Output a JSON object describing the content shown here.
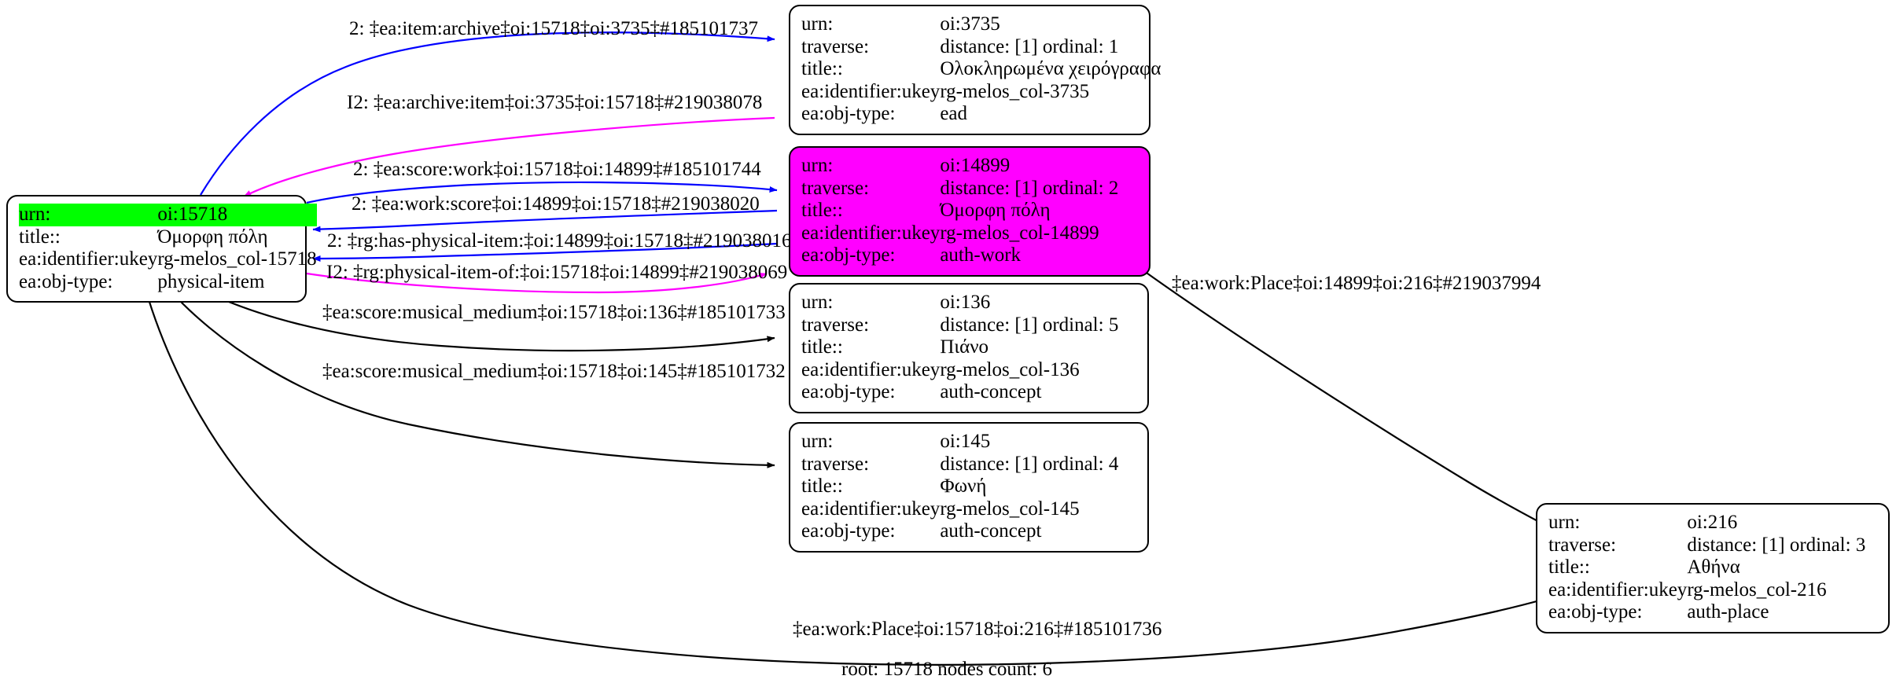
{
  "graph": {
    "caption": "root: 15718 nodes count: 6",
    "colors": {
      "root_highlight": "#00ff00",
      "focus_node": "#ff00ff",
      "forward_edge": "#0000ff",
      "inverse_edge": "#ff00ff",
      "plain_edge": "#000000",
      "node_border": "#000000",
      "node_fill": "#ffffff"
    },
    "field_labels": {
      "urn": "urn:",
      "traverse": "traverse:",
      "title": "title::",
      "ukey": "ea:identifier:ukey",
      "objtype": "ea:obj-type:"
    },
    "nodes": [
      {
        "id": "n15718",
        "urn": "oi:15718",
        "has_traverse": false,
        "traverse": "",
        "title": "Όμορφη πόλη",
        "ukey": "rg-melos_col-15718",
        "objtype": "physical-item",
        "fill": "#ffffff",
        "highlight": true
      },
      {
        "id": "n3735",
        "urn": "oi:3735",
        "has_traverse": true,
        "traverse": "distance: [1]     ordinal: 1",
        "title": "Ολοκληρωμένα χειρόγραφα",
        "ukey": "rg-melos_col-3735",
        "objtype": "ead",
        "fill": "#ffffff",
        "highlight": false
      },
      {
        "id": "n14899",
        "urn": "oi:14899",
        "has_traverse": true,
        "traverse": "distance: [1]     ordinal: 2",
        "title": "Όμορφη πόλη",
        "ukey": "rg-melos_col-14899",
        "objtype": "auth-work",
        "fill": "#ff00ff",
        "highlight": false
      },
      {
        "id": "n136",
        "urn": "oi:136",
        "has_traverse": true,
        "traverse": "distance: [1]     ordinal: 5",
        "title": "Πιάνο",
        "ukey": "rg-melos_col-136",
        "objtype": "auth-concept",
        "fill": "#ffffff",
        "highlight": false
      },
      {
        "id": "n145",
        "urn": "oi:145",
        "has_traverse": true,
        "traverse": "distance: [1]     ordinal: 4",
        "title": "Φωνή",
        "ukey": "rg-melos_col-145",
        "objtype": "auth-concept",
        "fill": "#ffffff",
        "highlight": false
      },
      {
        "id": "n216",
        "urn": "oi:216",
        "has_traverse": true,
        "traverse": "distance: [1]     ordinal: 3",
        "title": "Αθήνα",
        "ukey": "rg-melos_col-216",
        "objtype": "auth-place",
        "fill": "#ffffff",
        "highlight": false
      }
    ],
    "edges": [
      {
        "id": "e1",
        "label": "2: ‡ea:item:archive‡oi:15718‡oi:3735‡#185101737",
        "color": "#0000ff",
        "from": "n15718",
        "to": "n3735"
      },
      {
        "id": "e2",
        "label": "I2: ‡ea:archive:item‡oi:3735‡oi:15718‡#219038078",
        "color": "#ff00ff",
        "from": "n3735",
        "to": "n15718"
      },
      {
        "id": "e3",
        "label": "2: ‡ea:score:work‡oi:15718‡oi:14899‡#185101744",
        "color": "#0000ff",
        "from": "n15718",
        "to": "n14899"
      },
      {
        "id": "e4",
        "label": "2: ‡ea:work:score‡oi:14899‡oi:15718‡#219038020",
        "color": "#0000ff",
        "from": "n14899",
        "to": "n15718"
      },
      {
        "id": "e5",
        "label": "2: ‡rg:has-physical-item:‡oi:14899‡oi:15718‡#219038016",
        "color": "#0000ff",
        "from": "n14899",
        "to": "n15718"
      },
      {
        "id": "e6",
        "label": "I2: ‡rg:physical-item-of:‡oi:15718‡oi:14899‡#219038069",
        "color": "#ff00ff",
        "from": "n15718",
        "to": "n14899"
      },
      {
        "id": "e7",
        "label": "‡ea:score:musical_medium‡oi:15718‡oi:136‡#185101733",
        "color": "#000000",
        "from": "n15718",
        "to": "n136"
      },
      {
        "id": "e8",
        "label": "‡ea:score:musical_medium‡oi:15718‡oi:145‡#185101732",
        "color": "#000000",
        "from": "n15718",
        "to": "n145"
      },
      {
        "id": "e9",
        "label": "‡ea:work:Place‡oi:14899‡oi:216‡#219037994",
        "color": "#000000",
        "from": "n14899",
        "to": "n216"
      },
      {
        "id": "e10",
        "label": "‡ea:work:Place‡oi:15718‡oi:216‡#185101736",
        "color": "#000000",
        "from": "n15718",
        "to": "n216"
      }
    ]
  }
}
